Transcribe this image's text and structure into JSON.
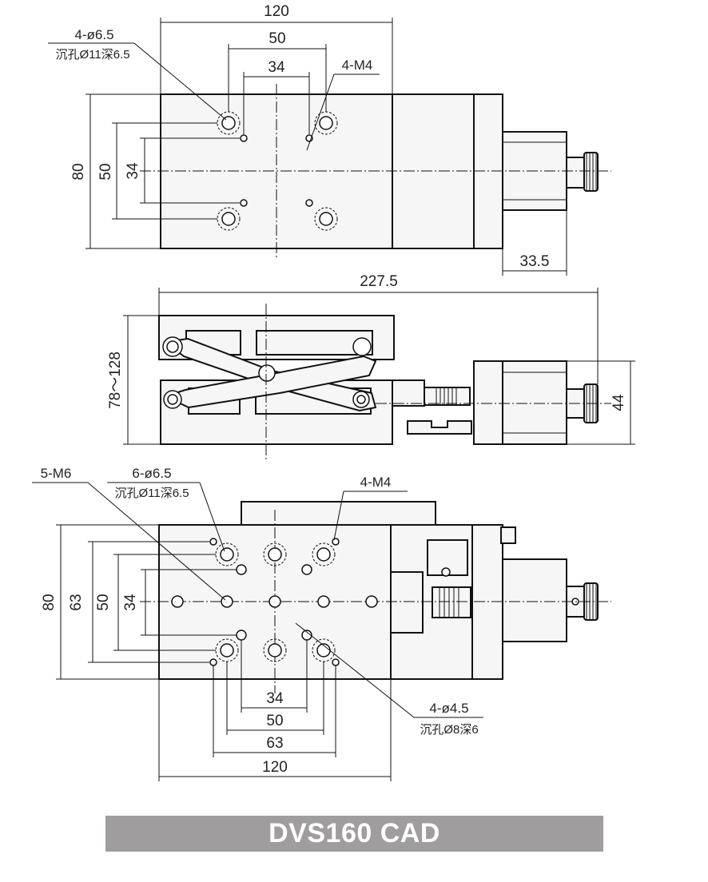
{
  "title": "DVS160 CAD",
  "top_view": {
    "dims": {
      "width": "120",
      "holes_x": "50",
      "tapped_x": "34",
      "height": "80",
      "holes_y": "50",
      "tapped_y": "34",
      "knob": "33.5"
    },
    "note_holes": {
      "line1": "4-ø6.5",
      "line2": "沉孔Ø11深6.5"
    },
    "note_tapped": "4-M4"
  },
  "side_view": {
    "dims": {
      "length": "227.5",
      "height": "78～128",
      "motor": "44"
    }
  },
  "bottom_view": {
    "dims": {
      "height": "80",
      "outer_y": "63",
      "mid_y": "50",
      "inner_y": "34",
      "inner_x": "34",
      "mid_x": "50",
      "outer_x": "63",
      "width": "120"
    },
    "note_m6": "5-M6",
    "note_holes": {
      "line1": "6-ø6.5",
      "line2": "沉孔Ø11深6.5"
    },
    "note_tapped": "4-M4",
    "note_small": {
      "line1": "4-ø4.5",
      "line2": "沉孔Ø8深6"
    }
  },
  "colors": {
    "banner": "#a09d9e",
    "line": "#111111",
    "fill": "#f6f6f6"
  }
}
